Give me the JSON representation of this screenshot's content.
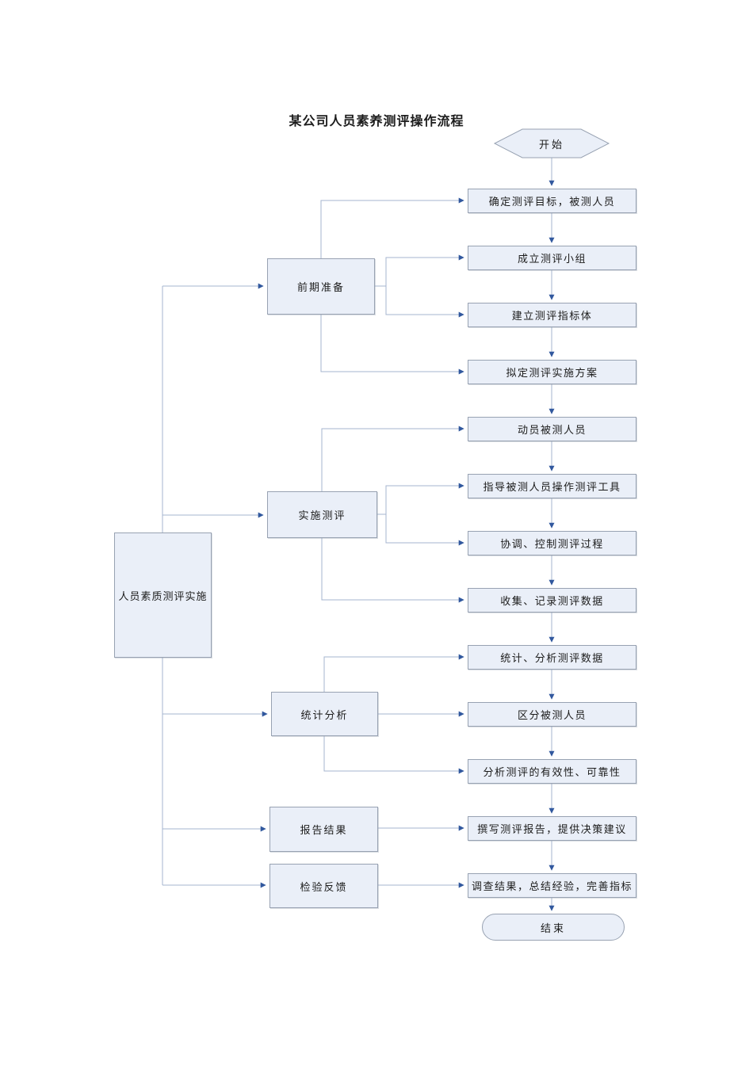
{
  "page": {
    "title": "某公司人员素养测评操作流程"
  },
  "flow": {
    "start_label": "开始",
    "end_label": "结束",
    "root_label": "人员素质测评实施",
    "phases": [
      {
        "label": "前期准备"
      },
      {
        "label": "实施测评"
      },
      {
        "label": "统计分析"
      },
      {
        "label": "报告结果"
      },
      {
        "label": "检验反馈"
      }
    ],
    "steps": [
      {
        "label": "确定测评目标，被测人员"
      },
      {
        "label": "成立测评小组"
      },
      {
        "label": "建立测评指标体"
      },
      {
        "label": "拟定测评实施方案"
      },
      {
        "label": "动员被测人员"
      },
      {
        "label": "指导被测人员操作测评工具"
      },
      {
        "label": "协调、控制测评过程"
      },
      {
        "label": "收集、记录测评数据"
      },
      {
        "label": "统计、分析测评数据"
      },
      {
        "label": "区分被测人员"
      },
      {
        "label": "分析测评的有效性、可靠性"
      },
      {
        "label": "撰写测评报告，提供决策建议"
      },
      {
        "label": "调查结果，总结经验，完善指标"
      }
    ],
    "colors": {
      "node_fill": "#eaeff8",
      "node_border": "#98a2b2",
      "connector": "#a6b4cf",
      "arrowhead": "#31589e"
    }
  }
}
